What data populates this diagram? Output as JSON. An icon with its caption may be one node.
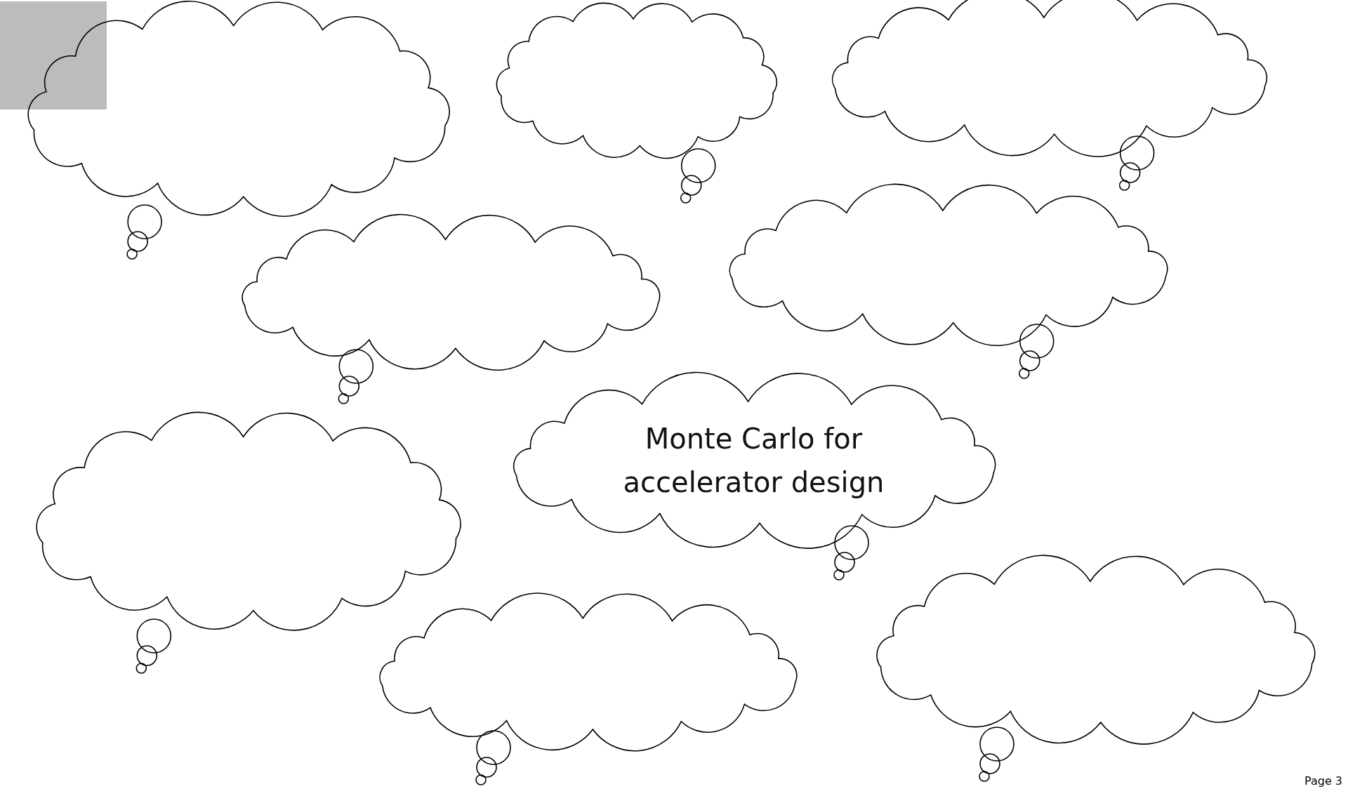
{
  "diagram": {
    "nodes": [
      {
        "text": [],
        "shape": "box"
      },
      {
        "text": [],
        "shape": "cloud"
      },
      {
        "text": [],
        "shape": "cloud"
      },
      {
        "text": [],
        "shape": "cloud"
      },
      {
        "text": [],
        "shape": "cloud"
      },
      {
        "text": [],
        "shape": "cloud"
      },
      {
        "text": [],
        "shape": "cloud"
      },
      {
        "text": [
          "Monte Carlo for accelerator design"
        ]
      },
      {
        "text": [],
        "shape": "cloud"
      },
      {
        "text": [],
        "shape": "cloud"
      }
    ],
    "labels": [
      "Page 3"
    ]
  }
}
